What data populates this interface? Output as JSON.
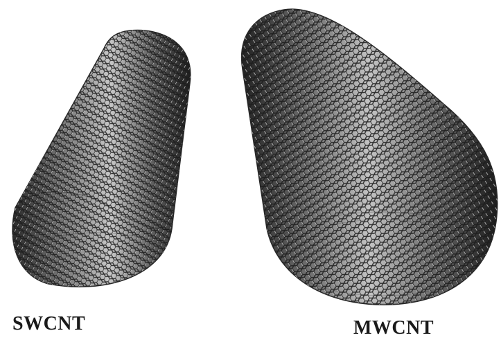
{
  "figure": {
    "labels": {
      "swcnt": "SWCNT",
      "mwcnt": "MWCNT"
    },
    "colors": {
      "background": "#ffffff",
      "lattice_dark": "#1c1c1c",
      "lattice_mid": "#5c5c5c",
      "lattice_light": "#bdbdbd",
      "label_text": "#1a1a1a"
    },
    "tubes": [
      {
        "id": "swcnt",
        "kind": "single-walled carbon nanotube"
      },
      {
        "id": "mwcnt",
        "kind": "multi-walled carbon nanotube"
      }
    ]
  }
}
